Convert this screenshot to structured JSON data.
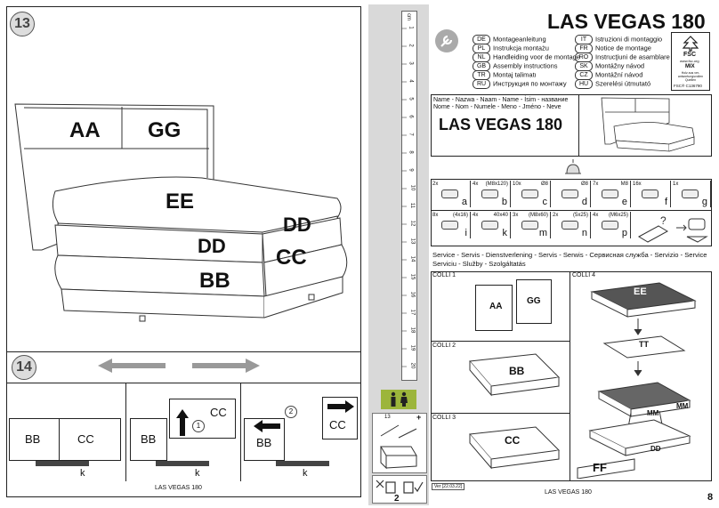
{
  "left_page": {
    "step13": "13",
    "step14": "14",
    "bed_labels": {
      "aa": "AA",
      "gg": "GG",
      "ee": "EE",
      "dd_back": "DD",
      "dd_front": "DD",
      "cc": "CC",
      "bb": "BB"
    },
    "sub1": {
      "bb": "BB",
      "cc": "CC",
      "k": "k"
    },
    "sub2": {
      "bb": "BB",
      "cc": "CC",
      "k": "k",
      "num": "1"
    },
    "sub3": {
      "bb": "BB",
      "cc": "CC",
      "k": "k",
      "num": "2"
    },
    "footer": "LAS VEGAS 180"
  },
  "ruler": {
    "unit": "cm",
    "ticks": [
      "1",
      "2",
      "3",
      "4",
      "5",
      "6",
      "7",
      "8",
      "9",
      "10",
      "11",
      "12",
      "13",
      "14",
      "15",
      "16",
      "17",
      "18",
      "19",
      "20"
    ]
  },
  "strip_bottom": {
    "label13": "13",
    "plus": "+",
    "people": "2"
  },
  "right_page": {
    "title": "LAS VEGAS 180",
    "languages_left": [
      {
        "code": "DE",
        "text": "Montageanleitung"
      },
      {
        "code": "PL",
        "text": "Instrukcja montażu"
      },
      {
        "code": "NL",
        "text": "Handleiding voor de montage"
      },
      {
        "code": "GB",
        "text": "Assembly instructions"
      },
      {
        "code": "TR",
        "text": "Montaj talimatı"
      },
      {
        "code": "RU",
        "text": "Инструкция по монтажу"
      }
    ],
    "languages_right": [
      {
        "code": "IT",
        "text": "Istruzioni di montaggio"
      },
      {
        "code": "FR",
        "text": "Notice de montage"
      },
      {
        "code": "RO",
        "text": "Instrucţiuni de asamblare"
      },
      {
        "code": "SK",
        "text": "Montážny návod"
      },
      {
        "code": "CZ",
        "text": "Montážní návod"
      },
      {
        "code": "HU",
        "text": "Szerelési útmutató"
      }
    ],
    "fsc": {
      "brand": "FSC",
      "site": "www.fsc.org",
      "mix": "MIX",
      "mix_text": "Holz aus ver-antwortungsvollen Quellen",
      "code": "FSC® C136790"
    },
    "name_header1": "Name - Nazwa - Naam - Name - İsim - название",
    "name_header2": "Nome - Nom - Numele - Meno - Jméno - Neve",
    "model_name": "LAS VEGAS 180",
    "parts_row1": [
      {
        "qty": "2x",
        "size": "",
        "letter": "a"
      },
      {
        "qty": "4x",
        "size": "(M8x120)",
        "letter": "b"
      },
      {
        "qty": "10x",
        "size": "Ø8",
        "letter": "c"
      },
      {
        "qty": "",
        "size": "Ø8",
        "letter": "d"
      },
      {
        "qty": "7x",
        "size": "M8",
        "letter": "e"
      },
      {
        "qty": "16x",
        "size": "",
        "letter": "f"
      },
      {
        "qty": "1x",
        "size": "",
        "letter": "g"
      }
    ],
    "parts_row2": [
      {
        "qty": "8x",
        "size": "(4x16)",
        "letter": "i"
      },
      {
        "qty": "4x",
        "size": "40x40",
        "letter": "k"
      },
      {
        "qty": "3x",
        "size": "(M8x60)",
        "letter": "m"
      },
      {
        "qty": "2x",
        "size": "(5x25)",
        "letter": "n"
      },
      {
        "qty": "4x",
        "size": "(M6x25)",
        "letter": "p"
      }
    ],
    "service_line1": "Service - Servis - Dienstverlening - Servis - Serwis - Сервисная служба - Servizio - Service",
    "service_line2": "Serviciu - Služby - Szolgáltatás",
    "colli1": {
      "title": "COLLI 1",
      "aa": "AA",
      "gg": "GG"
    },
    "colli2": {
      "title": "COLLI 2",
      "bb": "BB"
    },
    "colli3": {
      "title": "COLLI 3",
      "cc": "CC"
    },
    "colli4": {
      "title": "COLLI 4",
      "ee": "EE",
      "tt": "TT",
      "mm1": "MM",
      "mm2": "MM",
      "dd": "DD",
      "ff": "FF"
    },
    "version": "Ver [22.03.22]",
    "footer": "LAS VEGAS 180",
    "page_number": "8"
  }
}
